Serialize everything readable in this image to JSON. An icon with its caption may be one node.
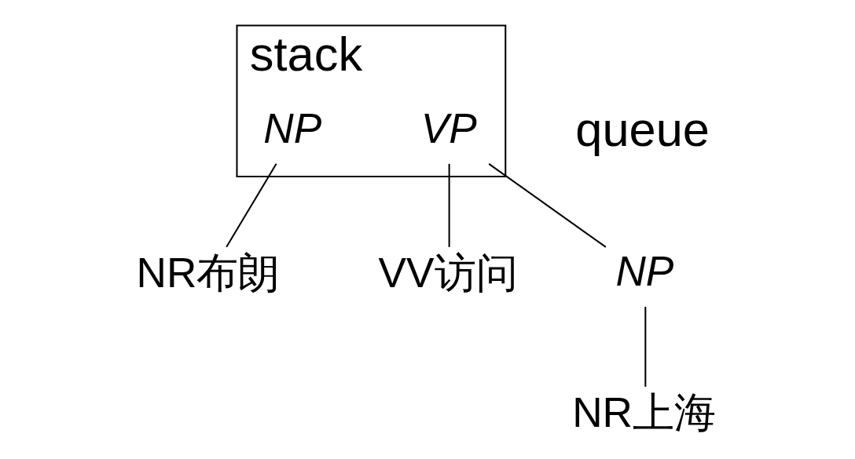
{
  "diagram": {
    "nodes": [
      {
        "text": [
          "stack"
        ]
      },
      {
        "text": [
          "NP"
        ],
        "in": 0
      },
      {
        "text": [
          "VP"
        ],
        "in": 0
      },
      {
        "text": [
          "NR布朗"
        ]
      },
      {
        "text": [
          "VV访问"
        ]
      },
      {
        "text": [
          "NP"
        ]
      },
      {
        "text": [
          "NR上海"
        ]
      }
    ],
    "edges": [
      {
        "from": 1,
        "to": 3,
        "arrow": "none"
      },
      {
        "from": 2,
        "to": 4,
        "arrow": "none"
      },
      {
        "from": 2,
        "to": 5,
        "arrow": "none"
      },
      {
        "from": 5,
        "to": 6,
        "arrow": "none"
      }
    ],
    "labels": [
      "queue"
    ]
  }
}
